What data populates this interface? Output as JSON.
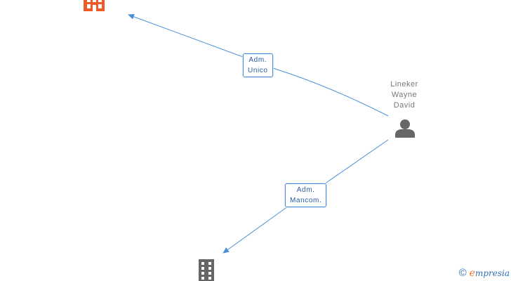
{
  "colors": {
    "edge": "#4a90d9",
    "company_highlight": "#f05a28",
    "company": "#666666",
    "person": "#666666",
    "brand_orange": "#e8752e",
    "brand_blue": "#2f6fb5"
  },
  "nodes": {
    "company_top": {
      "icon": "building-icon"
    },
    "company_bottom": {
      "icon": "building-icon"
    },
    "person": {
      "icon": "person-icon",
      "name_lines": [
        "Lineker",
        "Wayne",
        "David"
      ]
    }
  },
  "edges": [
    {
      "label_lines": [
        "Adm.",
        "Unico"
      ]
    },
    {
      "label_lines": [
        "Adm.",
        "Mancom."
      ]
    }
  ],
  "brand": {
    "copyright_symbol": "©",
    "name_initial": "e",
    "name_rest": "mpresia"
  }
}
